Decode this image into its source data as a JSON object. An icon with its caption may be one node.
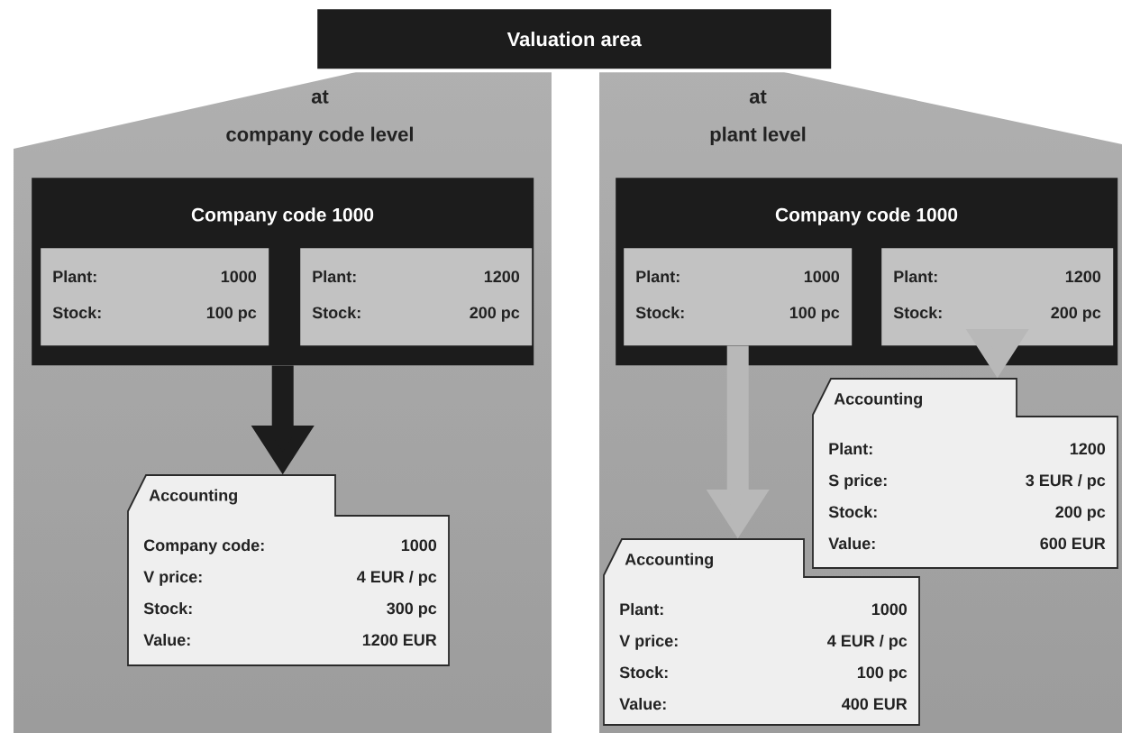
{
  "diagram": {
    "nodes": [
      {
        "text": [
          "Valuation area"
        ]
      },
      {
        "text": [
          "at company code level"
        ]
      },
      {
        "text": [
          "Company code 1000"
        ],
        "in": 1
      },
      {
        "text": [
          "Plant:",
          "1000",
          "Stock:",
          "100 pc"
        ],
        "in": 2
      },
      {
        "text": [
          "Plant:",
          "1200",
          "Stock:",
          "200 pc"
        ],
        "in": 2
      },
      {
        "text": [
          "Accounting",
          "Company code:",
          "1000",
          "V price:",
          "4 EUR / pc",
          "Stock:",
          "300 pc",
          "Value:",
          "1200 EUR"
        ],
        "in": 1
      },
      {
        "text": [
          "at plant level"
        ]
      },
      {
        "text": [
          "Company code 1000"
        ],
        "in": 6
      },
      {
        "text": [
          "Plant:",
          "1000",
          "Stock:",
          "100 pc"
        ],
        "in": 7
      },
      {
        "text": [
          "Plant:",
          "1200",
          "Stock:",
          "200 pc"
        ],
        "in": 7
      },
      {
        "text": [
          "Accounting",
          "Plant:",
          "1200",
          "S price:",
          "3 EUR / pc",
          "Stock:",
          "200 pc",
          "Value:",
          "600 EUR"
        ],
        "in": 6
      },
      {
        "text": [
          "Accounting",
          "Plant:",
          "1000",
          "V price:",
          "4 EUR / pc",
          "Stock:",
          "100 pc",
          "Value:",
          "400 EUR"
        ],
        "in": 6
      }
    ],
    "edges": [
      {
        "from": 2,
        "to": 5,
        "arrow": "to",
        "color": "#1c1c1c"
      },
      {
        "from": 8,
        "to": 11,
        "arrow": "to",
        "color": "#b8b8b8"
      },
      {
        "from": 9,
        "to": 10,
        "arrow": "to",
        "color": "#b8b8b8"
      }
    ]
  }
}
